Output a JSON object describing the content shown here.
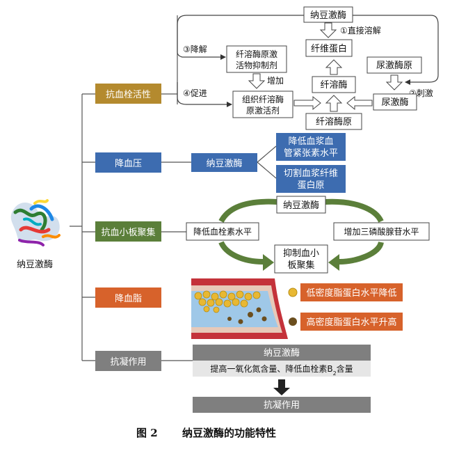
{
  "root": {
    "label": "纳豆激酶"
  },
  "branches": {
    "thrombolytic": "抗血栓活性",
    "antihypertensive": "降血压",
    "antiplatelet": "抗血小板聚集",
    "hypolipidemic": "降血脂",
    "anticoagulant": "抗凝作用"
  },
  "thrombolytic": {
    "nattokinase": "纳豆激酶",
    "direct_dissolve": "①直接溶解",
    "degrade": "③降解",
    "promote": "④促进",
    "stimulate": "②刺激",
    "fibrin": "纤维蛋白",
    "pai_1": "纤溶酶原激",
    "pai_2": "活物抑制剂",
    "increase": "增加",
    "plasmin": "纤溶酶",
    "urokinase_pro": "尿激酶原",
    "tpa_1": "组织纤溶酶",
    "tpa_2": "原激活剂",
    "urokinase": "尿激酶",
    "plasminogen": "纤溶酶原"
  },
  "antihypertensive": {
    "nattokinase": "纳豆激酶",
    "effect1_1": "降低血浆血",
    "effect1_2": "管紧张素水平",
    "effect2_1": "切割血浆纤维",
    "effect2_2": "蛋白原"
  },
  "antiplatelet": {
    "nattokinase": "纳豆激酶",
    "left": "降低血栓素水平",
    "right": "增加三磷酸腺苷水平",
    "center_1": "抑制血小",
    "center_2": "板聚集"
  },
  "hypolipidemic": {
    "ldl": "低密度脂蛋白水平降低",
    "hdl": "高密度脂蛋白水平升高"
  },
  "anticoagulant": {
    "header": "纳豆激酶",
    "effect_prefix": "提高一氧化氮含量、降低血栓素B",
    "effect_sub": "2",
    "effect_suffix": "含量",
    "result": "抗凝作用"
  },
  "caption": {
    "number": "图 2",
    "title": "纳豆激酶的功能特性"
  },
  "colors": {
    "gold": "#b48a2e",
    "blue": "#3d6cb0",
    "green": "#5b7f3a",
    "orange": "#d7622b",
    "gray": "#7f7f7f",
    "arrow_green": "#5b7f3a"
  }
}
